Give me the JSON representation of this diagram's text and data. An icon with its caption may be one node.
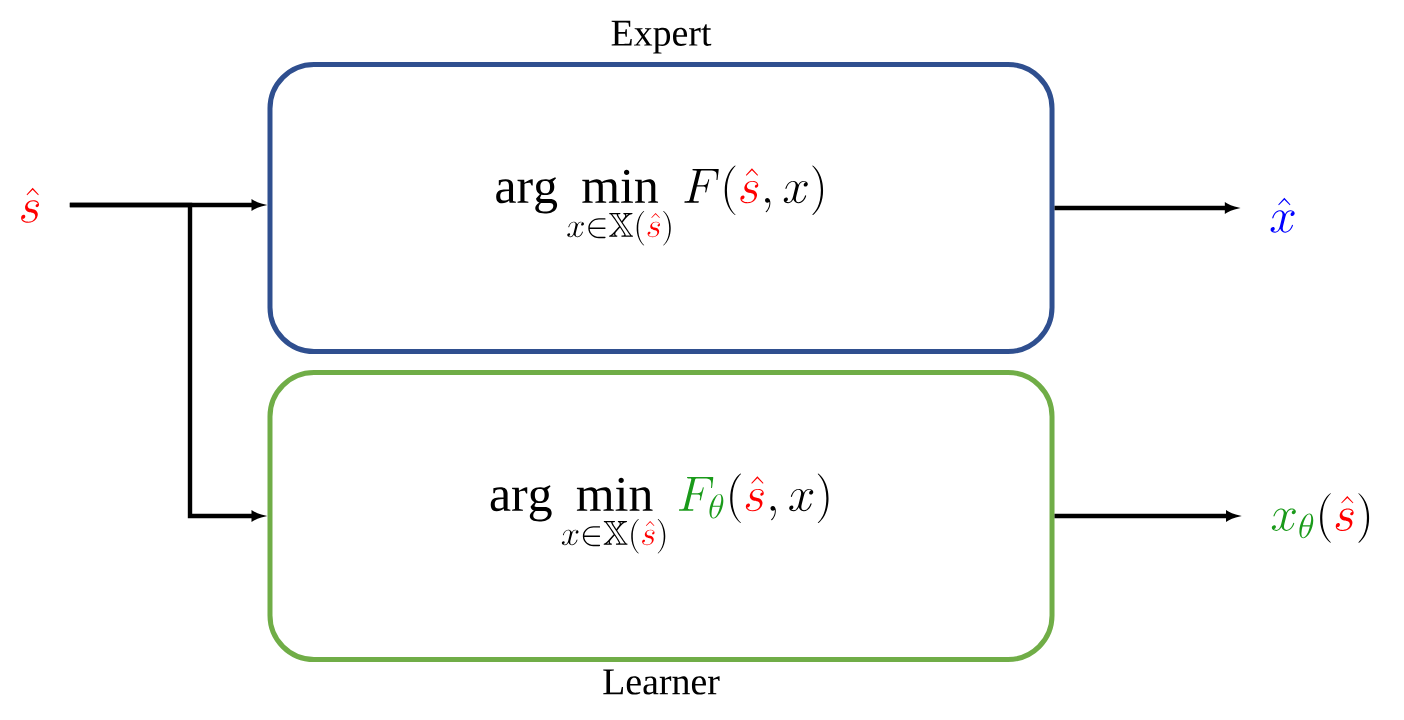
{
  "diagram": {
    "nodes": [
      {
        "text": [
          "{\\color[HTML]{FF0000}\\hat{s}}"
        ]
      },
      {
        "text": [
          "Expert",
          "\\arg\\min_{x\\in\\mathbb{X}({\\color[HTML]{FF0000}\\hat{s}})} F({\\color[HTML]{FF0000}\\hat{s}},x)"
        ]
      },
      {
        "text": [
          "\\arg\\min_{x\\in\\mathbb{X}({\\color[HTML]{FF0000}\\hat{s}})} {\\color[HTML]{1A9A1A}F_\\theta}({\\color[HTML]{FF0000}\\hat{s}},x)",
          "Learner"
        ]
      },
      {
        "text": [
          "{\\color[HTML]{0000FF}\\hat{x}}"
        ]
      },
      {
        "text": [
          "{\\color[HTML]{1A9A1A}x_\\theta}({\\color[HTML]{FF0000}\\hat{s}})"
        ]
      }
    ],
    "edges": [
      {
        "from": 0,
        "to": 1,
        "arrow": "to"
      },
      {
        "from": 0,
        "to": 2,
        "arrow": "to"
      },
      {
        "from": 1,
        "to": 3,
        "arrow": "to"
      },
      {
        "from": 2,
        "to": 4,
        "arrow": "to"
      }
    ]
  }
}
